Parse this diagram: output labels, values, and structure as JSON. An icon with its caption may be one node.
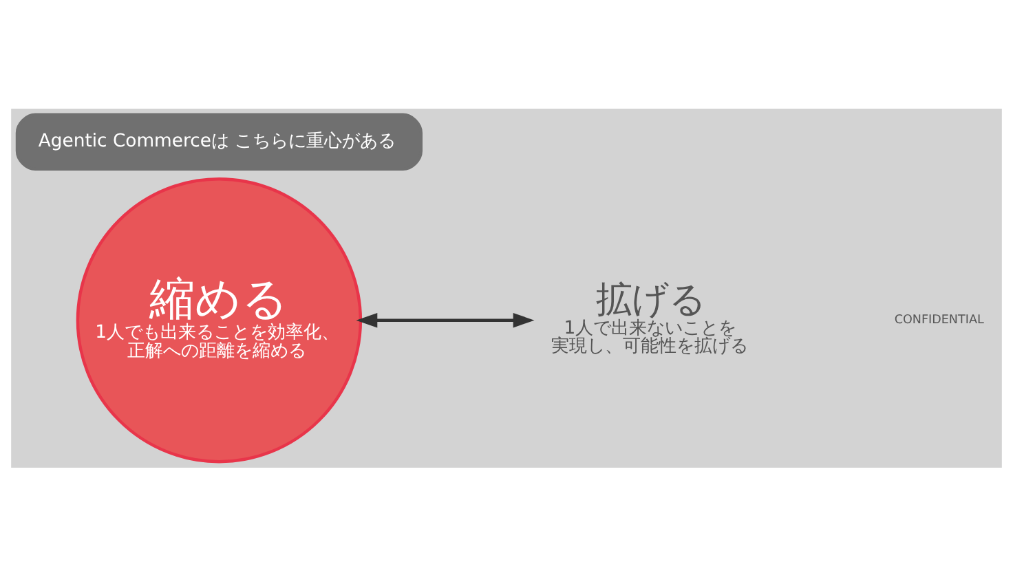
{
  "diagram": {
    "nodes": [
      {
        "text": [
          "Agentic Commerceは こちらに重心がある"
        ]
      },
      {
        "text": [
          "縮める",
          "1人でも出来ることを効率化、正解への距離を縮める"
        ]
      },
      {
        "text": [
          "拡げる",
          "1人で出来ないことを実現し、可能性を拡げる"
        ]
      }
    ],
    "edges": [
      {
        "from": 1,
        "to": 2,
        "arrow": "both"
      }
    ],
    "labels": [
      "CONFIDENTIAL"
    ]
  }
}
